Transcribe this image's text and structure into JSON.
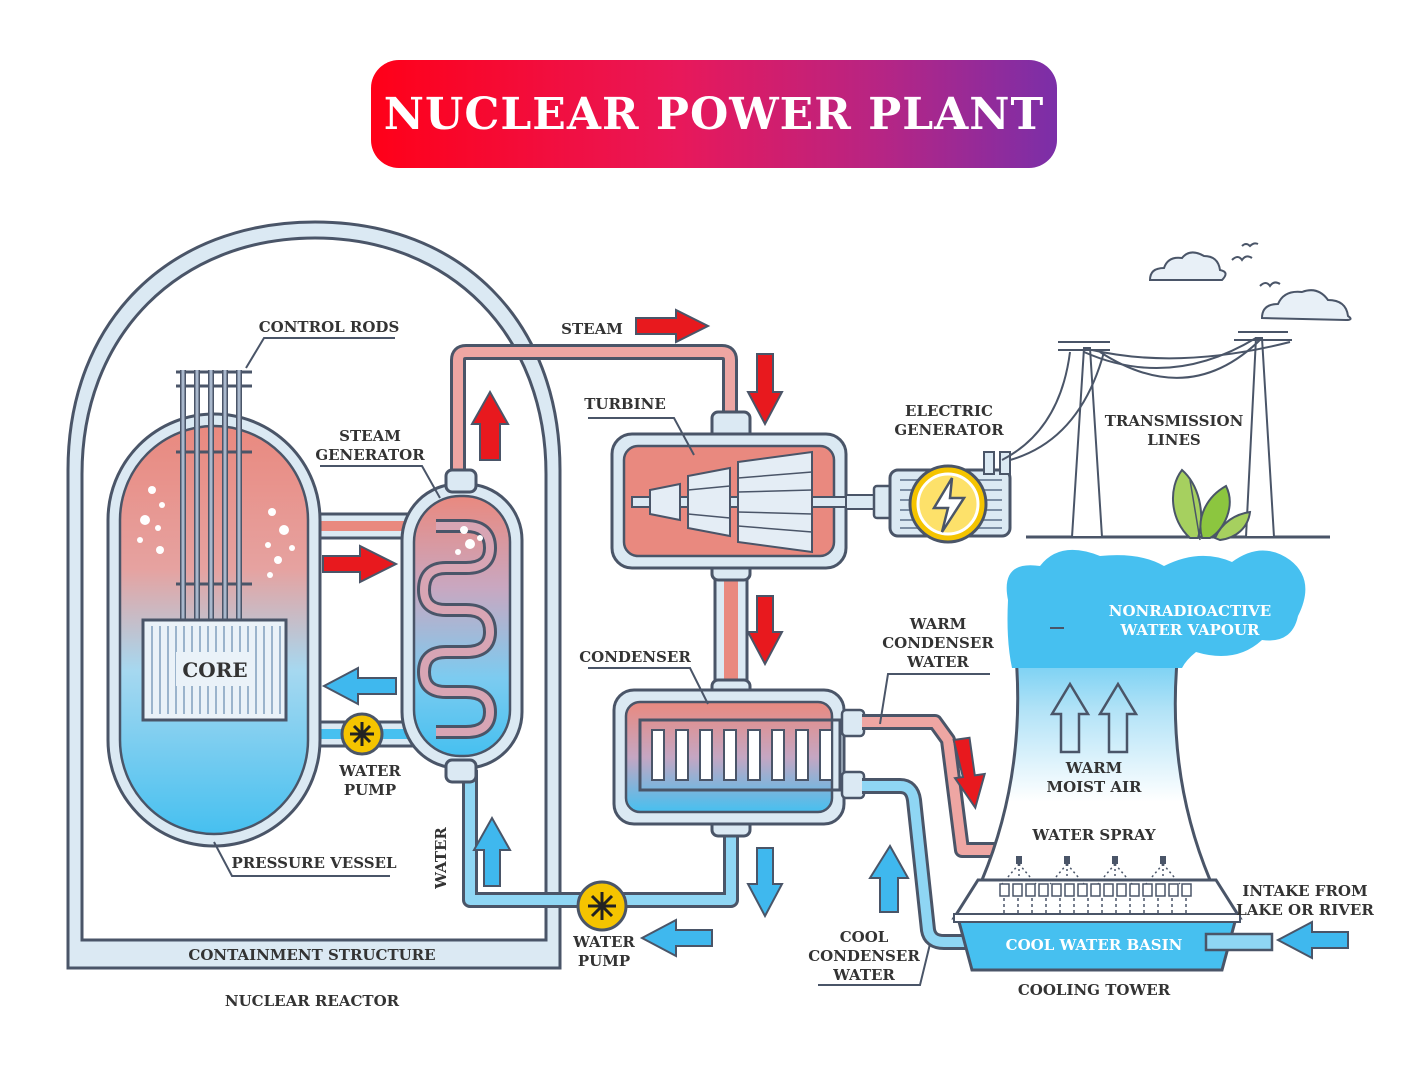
{
  "title": "NUCLEAR POWER PLANT",
  "labels": {
    "control_rods": "CONTROL RODS",
    "steam_generator_1": "STEAM",
    "steam_generator_2": "GENERATOR",
    "core": "CORE",
    "water_pump_left_1": "WATER",
    "water_pump_left_2": "PUMP",
    "pressure_vessel": "PRESSURE VESSEL",
    "containment_structure": "CONTAINMENT STRUCTURE",
    "nuclear_reactor": "NUCLEAR REACTOR",
    "water_vertical": "WATER",
    "steam": "STEAM",
    "turbine": "TURBINE",
    "condenser": "CONDENSER",
    "water_pump_bottom_1": "WATER",
    "water_pump_bottom_2": "PUMP",
    "electric_generator_1": "ELECTRIC",
    "electric_generator_2": "GENERATOR",
    "transmission_lines_1": "TRANSMISSION",
    "transmission_lines_2": "LINES",
    "warm_condenser_1": "WARM",
    "warm_condenser_2": "CONDENSER",
    "warm_condenser_3": "WATER",
    "vapour_1": "NONRADIOACTIVE",
    "vapour_2": "WATER VAPOUR",
    "warm_moist_1": "WARM",
    "warm_moist_2": "MOIST AIR",
    "water_spray": "WATER SPRAY",
    "cool_basin": "COOL WATER BASIN",
    "cooling_tower": "COOLING TOWER",
    "intake_1": "INTAKE FROM",
    "intake_2": "LAKE OR RIVER",
    "cool_condenser_1": "COOL",
    "cool_condenser_2": "CONDENSER",
    "cool_condenser_3": "WATER"
  },
  "colors": {
    "outline": "#4a5568",
    "hot": "#e9897f",
    "cold": "#46c0f0",
    "arrow_red": "#e8191e",
    "arrow_blue": "#3fb8ee",
    "pipe_fill": "#d9e8f2",
    "pump": "#f5c400"
  }
}
